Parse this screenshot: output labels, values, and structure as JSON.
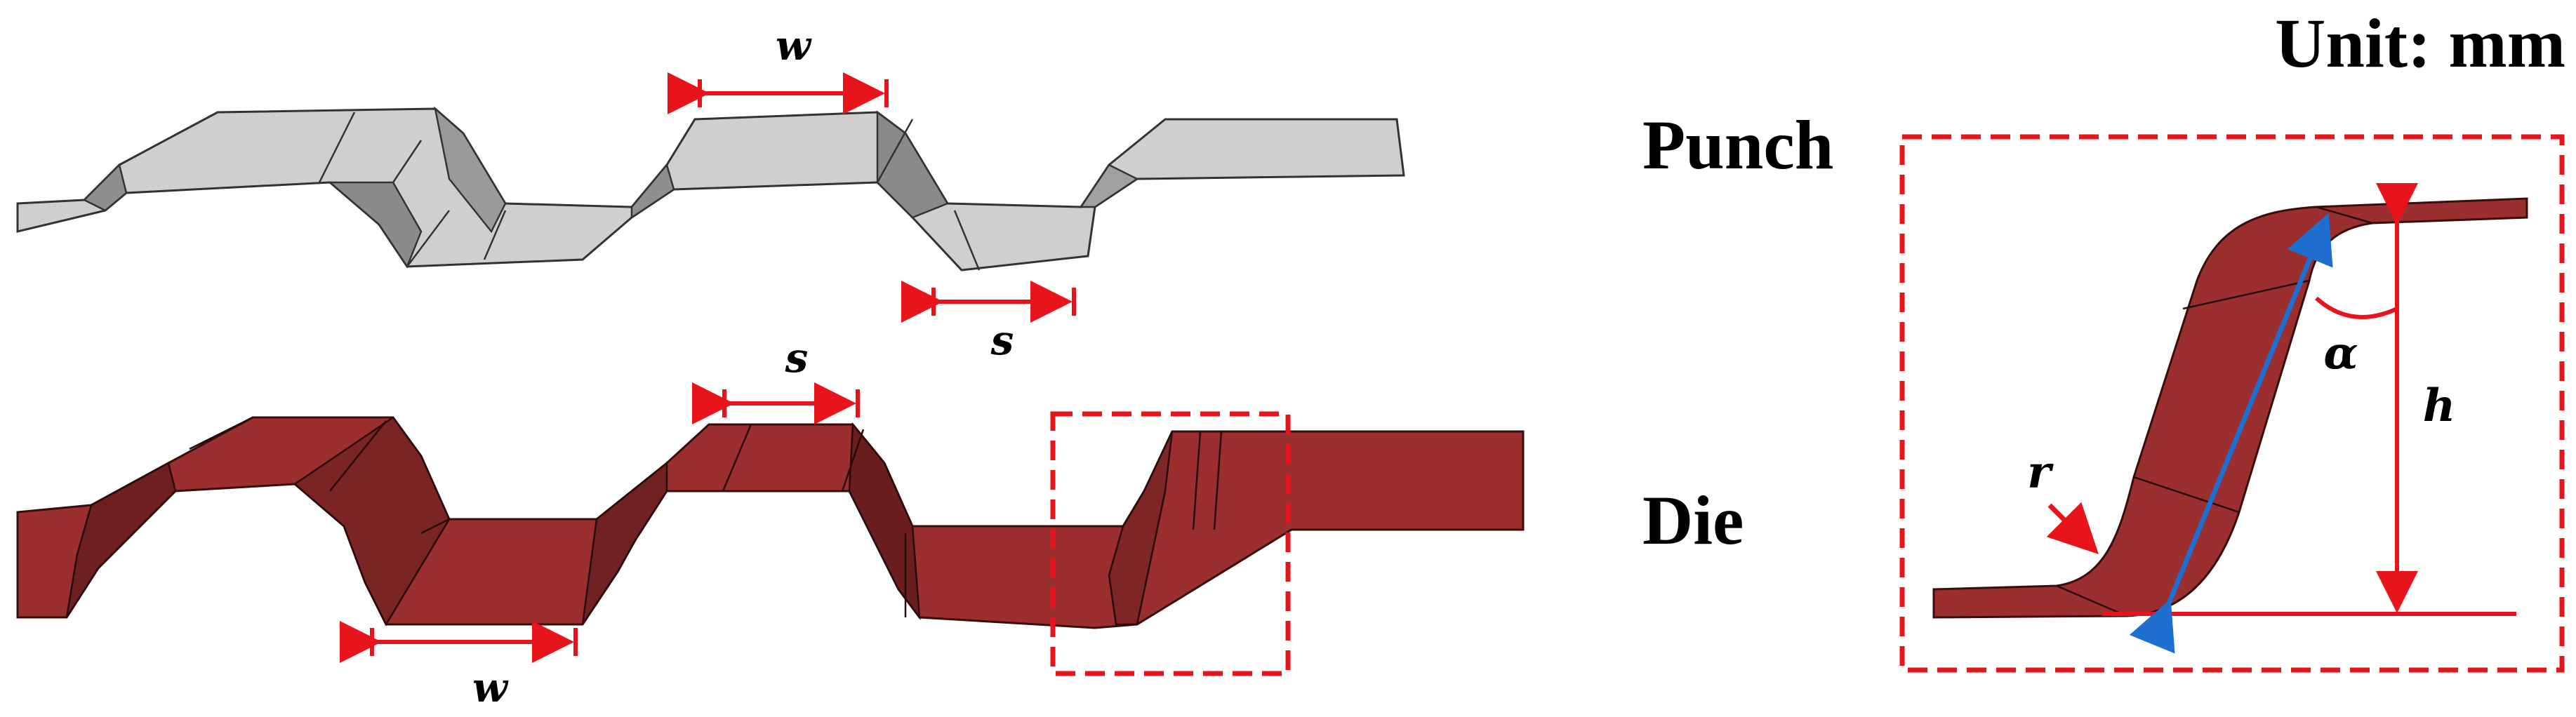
{
  "unit_label": "Unit: mm",
  "labels": {
    "punch": "Punch",
    "die": "Die"
  },
  "dimensions": {
    "w": "w",
    "s": "s",
    "alpha": "α",
    "h": "h",
    "r": "r"
  },
  "colors": {
    "punch_fill": "#cfcfcf",
    "punch_side": "#9a9a9a",
    "die_fill": "#9b2f2f",
    "die_side": "#6e1f1f",
    "dimension_red": "#e8141c",
    "diagonal_blue": "#1f6fd1"
  }
}
